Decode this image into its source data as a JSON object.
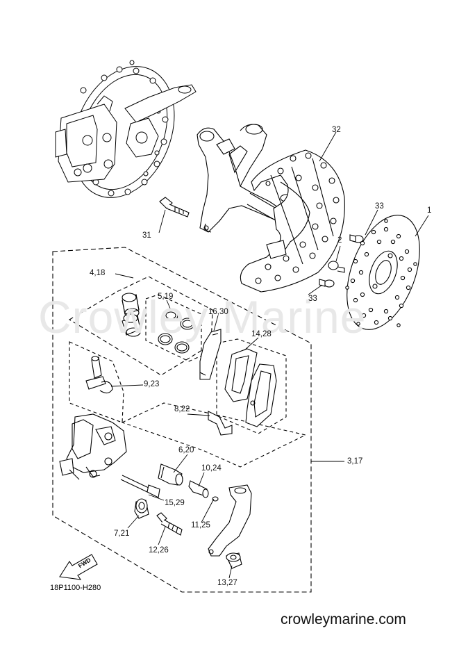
{
  "watermark": "Crowley Marine",
  "footer_site": "crowleymarine.com",
  "drawing_code": "18P1100-H280",
  "fwd_label": "FWD",
  "callouts": {
    "c1": "1",
    "c2": "2",
    "c3_17": "3,17",
    "c4_18": "4,18",
    "c5_19": "5,19",
    "c6_20": "6,20",
    "c7_21": "7,21",
    "c8_22": "8,22",
    "c9_23": "9,23",
    "c10_24": "10,24",
    "c11_25": "11,25",
    "c12_26": "12,26",
    "c13_27": "13,27",
    "c14_28": "14,28",
    "c15_29": "15,29",
    "c16_30": "16,30",
    "c31": "31",
    "c32": "32",
    "c33a": "33",
    "c33b": "33"
  }
}
